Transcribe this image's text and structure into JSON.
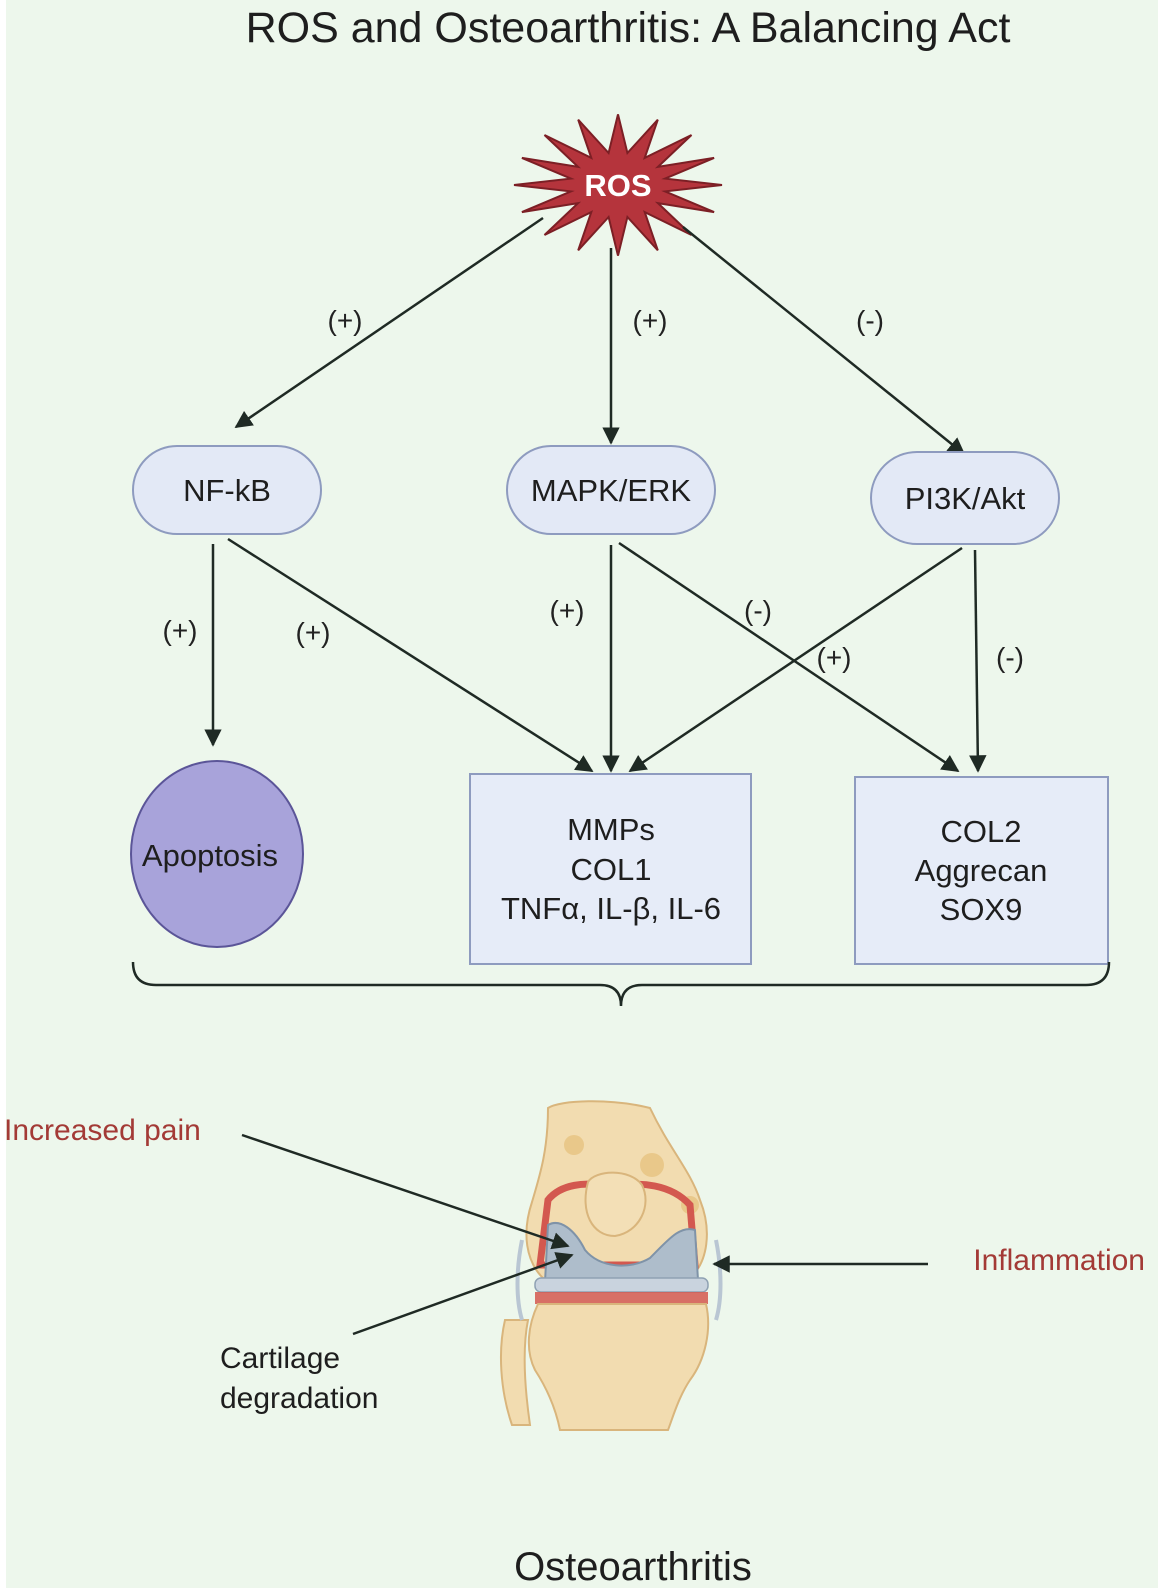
{
  "title": "ROS and Osteoarthritis: A Balancing Act",
  "footer": "Osteoarthritis",
  "colors": {
    "background": "#edf7ec",
    "star_fill": "#b5343c",
    "node_fill": "#e3e9f6",
    "box_fill": "#e6ecf8",
    "apoptosis_fill": "#a8a3da",
    "annotation_red": "#a33a36",
    "arrow": "#1f2a24"
  },
  "ros": {
    "label": "ROS"
  },
  "pathways": [
    {
      "label": "NF-kB"
    },
    {
      "label": "MAPK/ERK"
    },
    {
      "label": "PI3K/Akt"
    }
  ],
  "ros_edges": [
    {
      "to": "NF-kB",
      "sign": "(+)"
    },
    {
      "to": "MAPK/ERK",
      "sign": "(+)"
    },
    {
      "to": "PI3K/Akt",
      "sign": "(-)"
    }
  ],
  "pathway_edges": [
    {
      "from": "NF-kB",
      "to": "Apoptosis",
      "sign": "(+)"
    },
    {
      "from": "NF-kB",
      "to": "MMPs group",
      "sign": "(+)"
    },
    {
      "from": "MAPK/ERK",
      "to": "MMPs group",
      "sign": "(+)"
    },
    {
      "from": "MAPK/ERK",
      "to": "COL2 group",
      "sign": "(-)"
    },
    {
      "from": "PI3K/Akt",
      "to": "MMPs group",
      "sign": "(+)"
    },
    {
      "from": "PI3K/Akt",
      "to": "COL2 group",
      "sign": "(-)"
    }
  ],
  "outcomes": {
    "apoptosis": "Apoptosis",
    "catabolic": [
      "MMPs",
      "COL1",
      "TNFα, IL-β, IL-6"
    ],
    "anabolic": [
      "COL2",
      "Aggrecan",
      "SOX9"
    ]
  },
  "knee_annotations": {
    "pain": "Increased pain",
    "inflammation": "Inflammation",
    "cartilage": [
      "Cartilage",
      "degradation"
    ]
  }
}
